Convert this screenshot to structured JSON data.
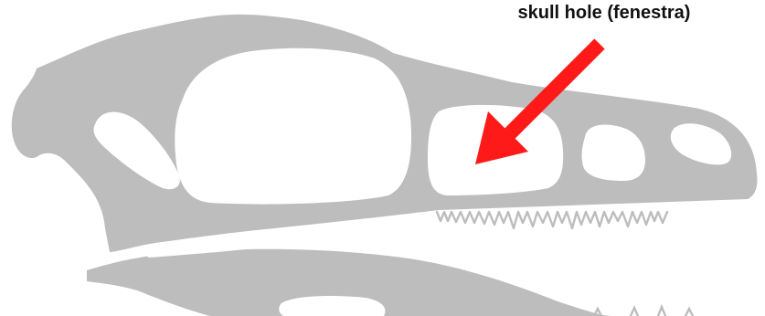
{
  "annotation": {
    "label": "skull hole (fenestra)",
    "arrow_color": "#ff1a1a",
    "label_color": "#111111"
  },
  "illustration": {
    "subject": "dinosaur skull silhouette",
    "bone_color": "#bdbdbd",
    "background_color": "#ffffff",
    "tooth_outline_color": "#bdbdbd",
    "icons": [
      "skull-silhouette",
      "arrow-icon"
    ]
  }
}
